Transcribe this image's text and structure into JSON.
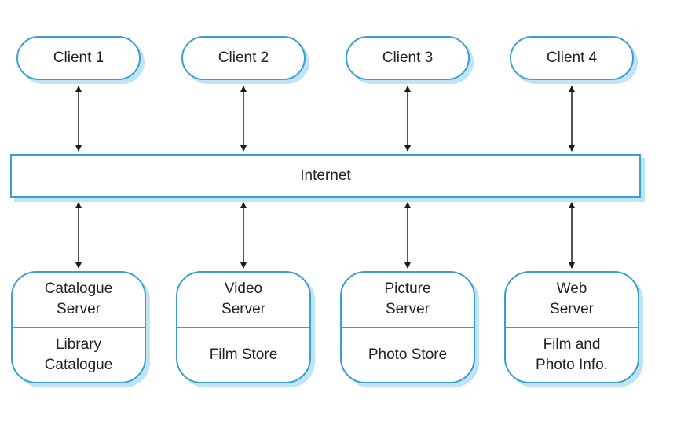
{
  "clients": [
    {
      "label": "Client 1"
    },
    {
      "label": "Client 2"
    },
    {
      "label": "Client 3"
    },
    {
      "label": "Client 4"
    }
  ],
  "network": {
    "label": "Internet"
  },
  "servers": [
    {
      "name": "Catalogue\nServer",
      "store": "Library\nCatalogue"
    },
    {
      "name": "Video\nServer",
      "store": "Film Store"
    },
    {
      "name": "Picture\nServer",
      "store": "Photo Store"
    },
    {
      "name": "Web\nServer",
      "store": "Film and\nPhoto Info."
    }
  ],
  "colors": {
    "border": "#3a9fcf",
    "shadow": "#bfe4f5",
    "arrow": "#1a1a1a"
  }
}
